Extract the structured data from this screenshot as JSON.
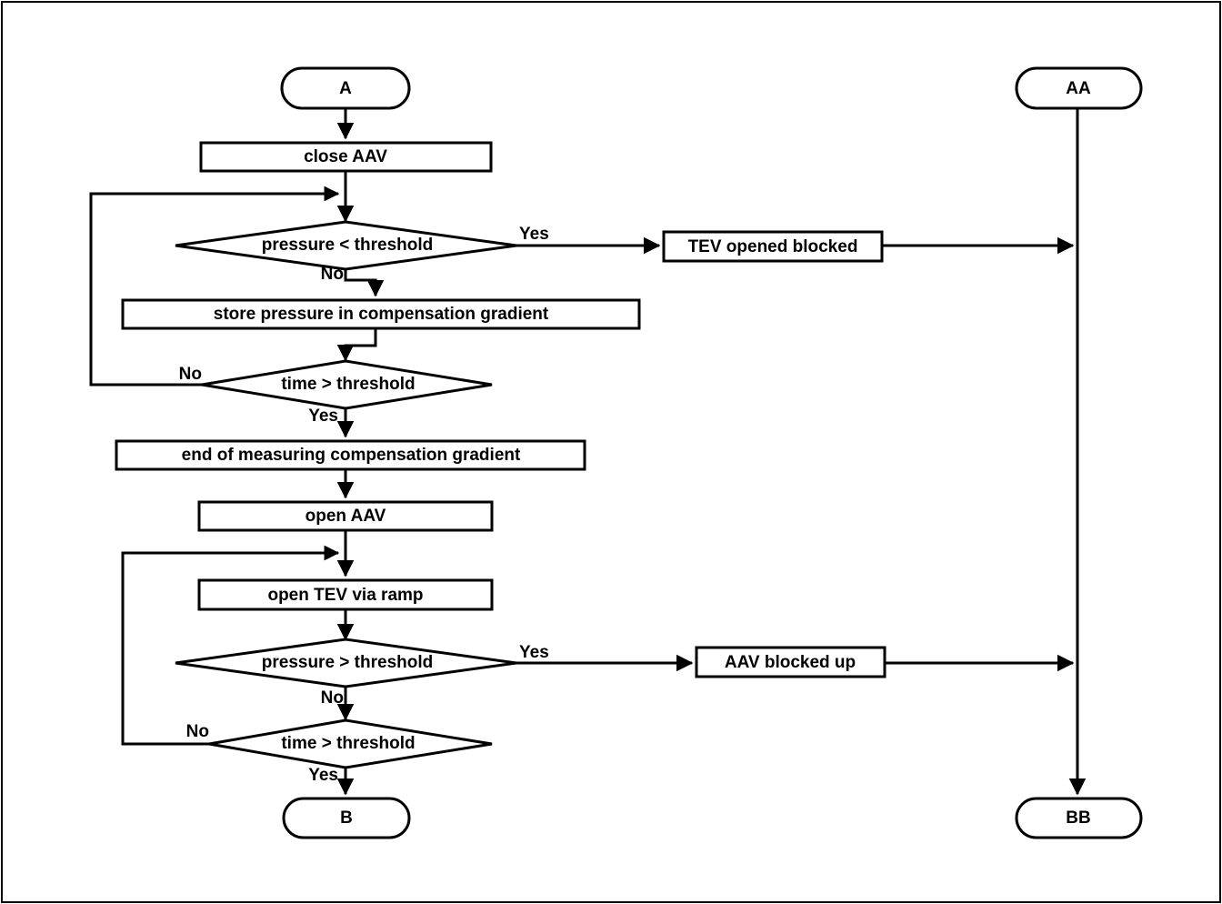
{
  "diagram": {
    "type": "flowchart",
    "title": "",
    "orientation": "top-to-bottom",
    "line_color": "#000000",
    "fill_color": "#ffffff",
    "background": "#ffffff"
  },
  "nodes": {
    "start_a": {
      "label": "A",
      "shape": "terminator"
    },
    "close_aav": {
      "label": "close AAV",
      "shape": "process"
    },
    "pressure_lt": {
      "label": "pressure < threshold",
      "shape": "decision"
    },
    "tev_opened_blocked": {
      "label": "TEV opened blocked",
      "shape": "process"
    },
    "store_pressure": {
      "label": "store pressure in compensation gradient",
      "shape": "process"
    },
    "time_gt_1": {
      "label": "time > threshold",
      "shape": "decision"
    },
    "end_measuring": {
      "label": "end of measuring compensation gradient",
      "shape": "process"
    },
    "open_aav": {
      "label": "open AAV",
      "shape": "process"
    },
    "open_tev_ramp": {
      "label": "open TEV via ramp",
      "shape": "process"
    },
    "pressure_gt": {
      "label": "pressure > threshold",
      "shape": "decision"
    },
    "aav_blocked_up": {
      "label": "AAV blocked up",
      "shape": "process"
    },
    "time_gt_2": {
      "label": "time > threshold",
      "shape": "decision"
    },
    "end_b": {
      "label": "B",
      "shape": "terminator"
    },
    "start_aa": {
      "label": "AA",
      "shape": "terminator"
    },
    "end_bb": {
      "label": "BB",
      "shape": "terminator"
    }
  },
  "edge_labels": {
    "pressure_lt_yes": "Yes",
    "pressure_lt_no": "No",
    "time_gt_1_no": "No",
    "time_gt_1_yes": "Yes",
    "pressure_gt_yes": "Yes",
    "pressure_gt_no": "No",
    "time_gt_2_no": "No",
    "time_gt_2_yes": "Yes"
  },
  "edges": [
    {
      "from": "start_a",
      "to": "close_aav",
      "label": ""
    },
    {
      "from": "close_aav",
      "to": "pressure_lt",
      "label": ""
    },
    {
      "from": "pressure_lt",
      "to": "tev_opened_blocked",
      "label": "Yes"
    },
    {
      "from": "pressure_lt",
      "to": "store_pressure",
      "label": "No"
    },
    {
      "from": "store_pressure",
      "to": "time_gt_1",
      "label": ""
    },
    {
      "from": "time_gt_1",
      "to": "pressure_lt",
      "label": "No"
    },
    {
      "from": "time_gt_1",
      "to": "end_measuring",
      "label": "Yes"
    },
    {
      "from": "end_measuring",
      "to": "open_aav",
      "label": ""
    },
    {
      "from": "open_aav",
      "to": "open_tev_ramp",
      "label": ""
    },
    {
      "from": "open_tev_ramp",
      "to": "pressure_gt",
      "label": ""
    },
    {
      "from": "pressure_gt",
      "to": "aav_blocked_up",
      "label": "Yes"
    },
    {
      "from": "pressure_gt",
      "to": "time_gt_2",
      "label": "No"
    },
    {
      "from": "time_gt_2",
      "to": "open_tev_ramp",
      "label": "No"
    },
    {
      "from": "time_gt_2",
      "to": "end_b",
      "label": "Yes"
    },
    {
      "from": "tev_opened_blocked",
      "to": "start_aa",
      "label": ""
    },
    {
      "from": "aav_blocked_up",
      "to": "start_aa",
      "label": ""
    },
    {
      "from": "start_aa",
      "to": "end_bb",
      "label": ""
    }
  ]
}
